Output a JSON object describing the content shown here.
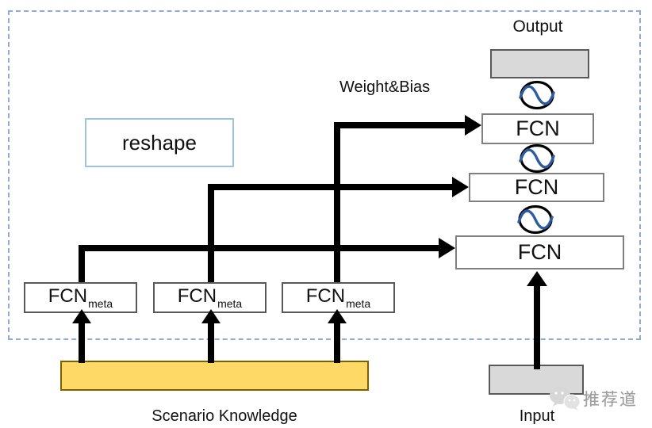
{
  "labels": {
    "output": "Output",
    "weight_bias": "Weight&Bias",
    "reshape": "reshape",
    "scenario_knowledge": "Scenario Knowledge",
    "input": "Input"
  },
  "nodes": {
    "fcn_layers": [
      {
        "label": "FCN"
      },
      {
        "label": "FCN"
      },
      {
        "label": "FCN"
      }
    ],
    "meta_fcns": [
      {
        "base": "FCN",
        "sub": "meta"
      },
      {
        "base": "FCN",
        "sub": "meta"
      },
      {
        "base": "FCN",
        "sub": "meta"
      }
    ],
    "activation_icon": "sine-in-circle-icon",
    "activation_count": 3
  },
  "watermark": {
    "text": "推荐道",
    "icon": "chat-bubbles-icon"
  },
  "colors": {
    "dashed_region_border": "#8FAADC",
    "reshape_border": "#9DC3E6",
    "yellow_fill": "#FFD966",
    "yellow_border": "#7F6000",
    "gray_fill": "#D9D9D9",
    "box_border_gray": "#7F7F7F",
    "connector_black": "#000000",
    "sine_wave_blue": "#2E5B9F",
    "watermark_gray": "#9E9E9E"
  }
}
